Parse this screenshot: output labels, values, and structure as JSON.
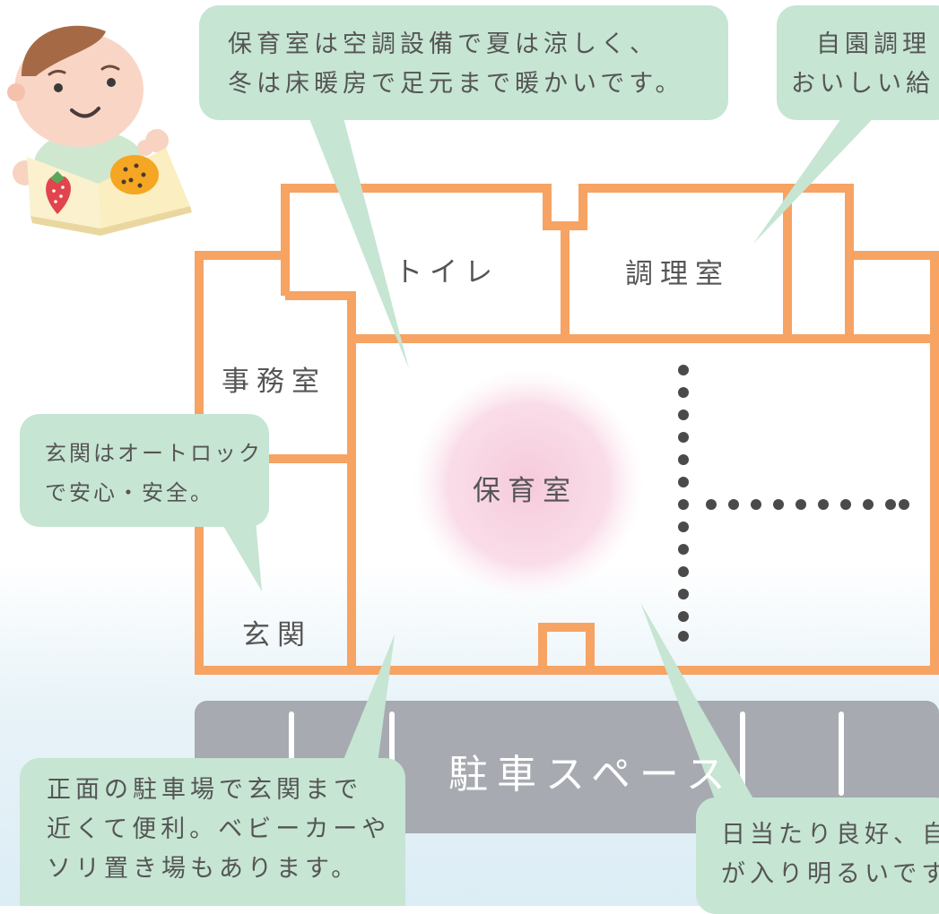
{
  "rooms": {
    "toilet": "トイレ",
    "kitchen": "調理室",
    "office": "事務室",
    "entrance": "玄関",
    "nursery": "保育室",
    "parking": "駐車スペース"
  },
  "bubbles": {
    "nursery_climate": [
      "保育室は空調設備で夏は涼しく、",
      "冬は床暖房で足元まで暖かいです。"
    ],
    "kitchen_note": [
      "自園調理",
      "おいしい給"
    ],
    "entrance_lock": [
      "玄関はオートロック",
      "で安心・安全。"
    ],
    "parking_note": [
      "正面の駐車場で玄関まで",
      "近くて便利。ベビーカーや",
      "ソリ置き場もあります。"
    ],
    "sunlight_note": [
      "日当たり良好、自",
      "が入り明るいです"
    ]
  },
  "colors": {
    "wall": "#f6a363",
    "bubble": "#c6e5d3",
    "parking": "#a7aab0",
    "nursery_glow": "#f6cadb"
  }
}
